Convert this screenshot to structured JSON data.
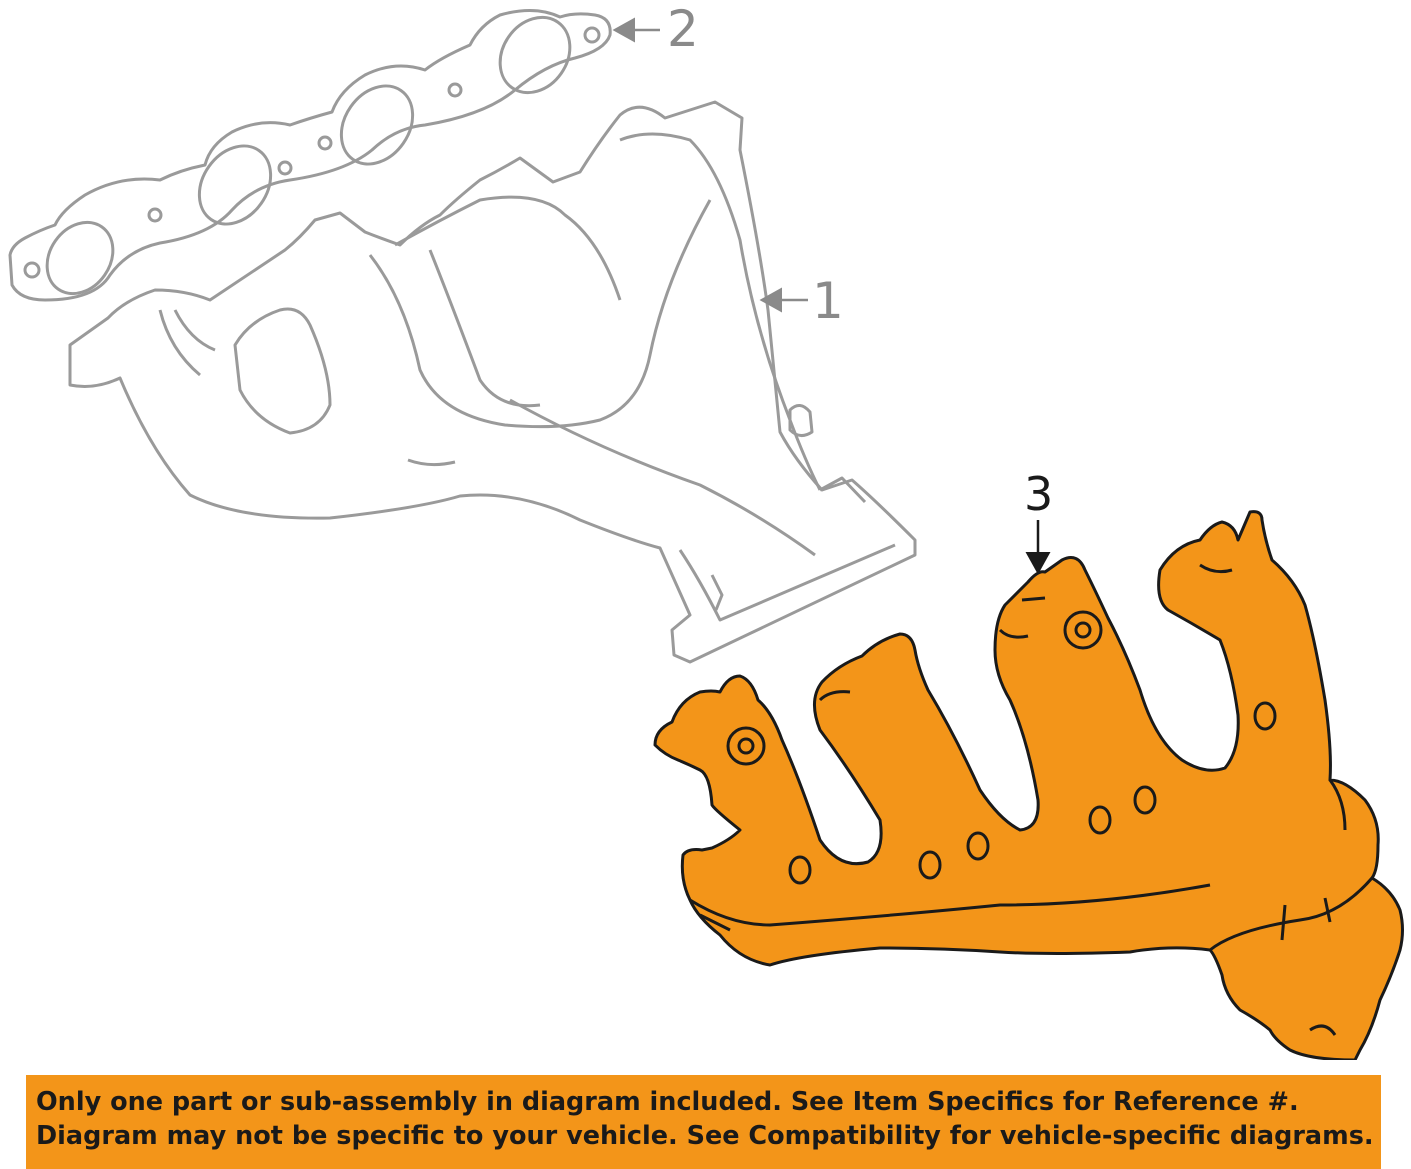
{
  "callouts": {
    "part_1": "1",
    "part_2": "2",
    "part_3": "3"
  },
  "disclaimer": {
    "line1": "Only one part or sub-assembly in diagram included. See Item Specifics for Reference #.",
    "line2": "Diagram may not be specific to your vehicle. See Compatibility for vehicle-specific diagrams."
  },
  "colors": {
    "highlight": "#f39519",
    "ghost_line": "#9a9a9a",
    "outline": "#1a1a1a"
  }
}
